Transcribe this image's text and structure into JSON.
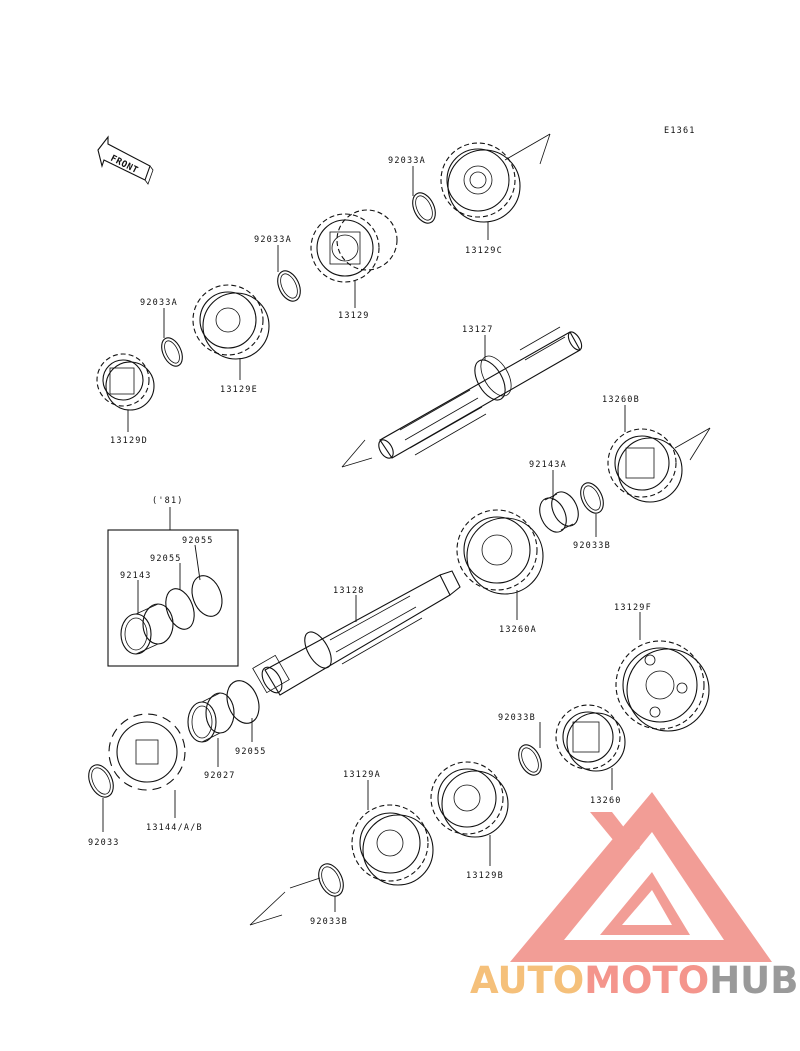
{
  "diagram": {
    "code": "E1361",
    "front_label": "FRONT",
    "group_label": "('81)",
    "labels": {
      "p92033A_top": "92033A",
      "p13129C": "13129C",
      "p92033A_mid": "92033A",
      "p13129": "13129",
      "p92033A_left": "92033A",
      "p13129E": "13129E",
      "p13129D": "13129D",
      "p13127": "13127",
      "p13260B": "13260B",
      "p92143A": "92143A",
      "p92033B_mid": "92033B",
      "p13260A": "13260A",
      "p92055_a": "92055",
      "p92055_b": "92055",
      "p92143": "92143",
      "p13128": "13128",
      "p13129F": "13129F",
      "p92033B_low": "92033B",
      "p13260": "13260",
      "p92055_c": "92055",
      "p92027": "92027",
      "p92033": "92033",
      "p13144": "13144/A/B",
      "p13129A": "13129A",
      "p13129B": "13129B",
      "p92033B_bot": "92033B"
    }
  },
  "watermark": {
    "part1": "AUTO",
    "part2": "MOTO",
    "part3": "HUB",
    "colors": {
      "auto": "#f5c07a",
      "moto": "#f4958c",
      "hub": "#9a9a9a",
      "logo": "#f08c84"
    }
  }
}
